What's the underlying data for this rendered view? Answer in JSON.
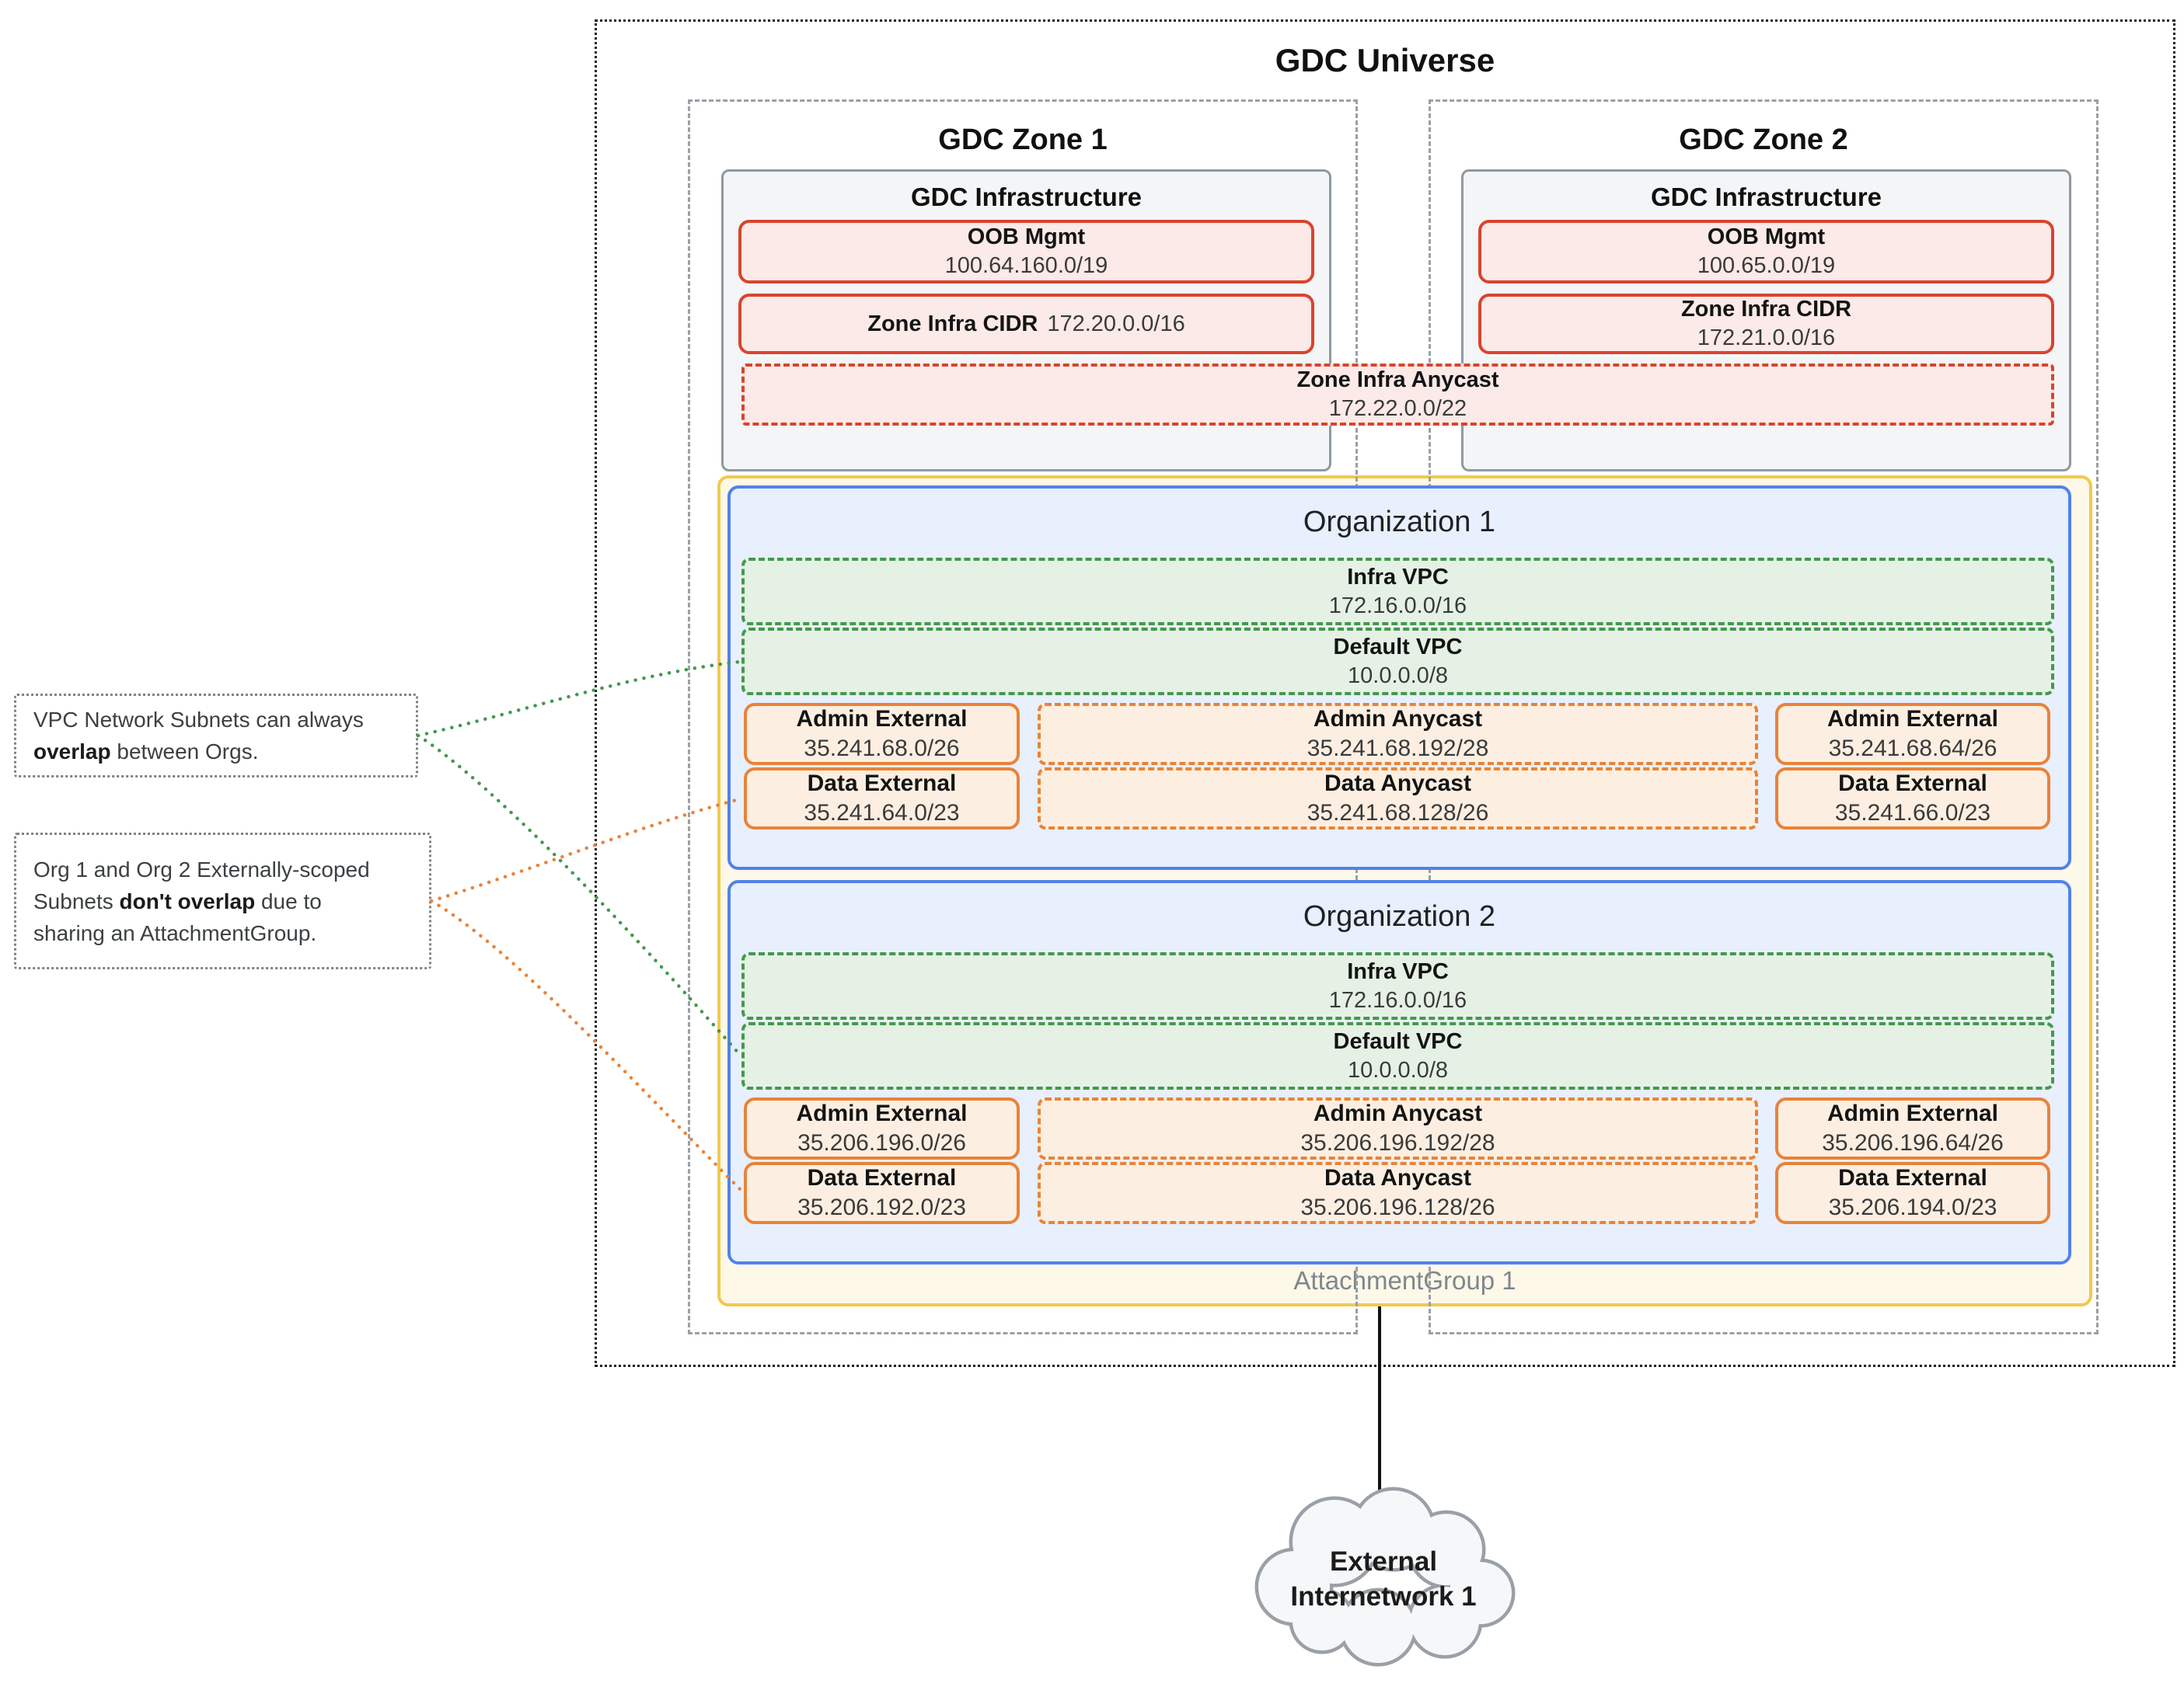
{
  "universe": {
    "title": "GDC Universe"
  },
  "zones": [
    {
      "title": "GDC Zone 1",
      "infra_title": "GDC Infrastructure",
      "oob": {
        "label": "OOB Mgmt",
        "cidr": "100.64.160.0/19"
      },
      "zone_cidr": {
        "label": "Zone Infra CIDR",
        "cidr": "172.20.0.0/16"
      }
    },
    {
      "title": "GDC Zone 2",
      "infra_title": "GDC Infrastructure",
      "oob": {
        "label": "OOB Mgmt",
        "cidr": "100.65.0.0/19"
      },
      "zone_cidr": {
        "label": "Zone Infra CIDR",
        "cidr": "172.21.0.0/16"
      }
    }
  ],
  "anycast": {
    "label": "Zone Infra Anycast",
    "cidr": "172.22.0.0/22"
  },
  "attachment_group": {
    "label": "AttachmentGroup 1"
  },
  "organizations": [
    {
      "title": "Organization 1",
      "infra_vpc": {
        "label": "Infra VPC",
        "cidr": "172.16.0.0/16"
      },
      "default_vpc": {
        "label": "Default VPC",
        "cidr": "10.0.0.0/8"
      },
      "subnets": [
        {
          "label": "Admin External",
          "cidr": "35.241.68.0/26"
        },
        {
          "label": "Admin Anycast",
          "cidr": "35.241.68.192/28"
        },
        {
          "label": "Admin External",
          "cidr": "35.241.68.64/26"
        },
        {
          "label": "Data External",
          "cidr": "35.241.64.0/23"
        },
        {
          "label": "Data Anycast",
          "cidr": "35.241.68.128/26"
        },
        {
          "label": "Data External",
          "cidr": "35.241.66.0/23"
        }
      ]
    },
    {
      "title": "Organization 2",
      "infra_vpc": {
        "label": "Infra VPC",
        "cidr": "172.16.0.0/16"
      },
      "default_vpc": {
        "label": "Default VPC",
        "cidr": "10.0.0.0/8"
      },
      "subnets": [
        {
          "label": "Admin External",
          "cidr": "35.206.196.0/26"
        },
        {
          "label": "Admin Anycast",
          "cidr": "35.206.196.192/28"
        },
        {
          "label": "Admin External",
          "cidr": "35.206.196.64/26"
        },
        {
          "label": "Data External",
          "cidr": "35.206.192.0/23"
        },
        {
          "label": "Data Anycast",
          "cidr": "35.206.196.128/26"
        },
        {
          "label": "Data External",
          "cidr": "35.206.194.0/23"
        }
      ]
    }
  ],
  "annotations": [
    {
      "line1": "VPC Network Subnets can always",
      "line2_bold": "overlap",
      "line2_rest": " between Orgs."
    },
    {
      "line1": "Org 1 and Org 2 Externally-scoped",
      "line2_pre": "Subnets ",
      "line2_bold": "don't overlap",
      "line2_post": " due to",
      "line3": "sharing an AttachmentGroup."
    }
  ],
  "external_network": {
    "line1": "External",
    "line2": "Internetwork 1"
  },
  "colors": {
    "red_border": "#d9442e",
    "red_fill": "#fbeae7",
    "green_border": "#44984d",
    "green_fill": "#e5f1e5",
    "orange_border": "#e8833a",
    "orange_fill": "#fcefe2",
    "blue_border": "#5082ea",
    "blue_fill": "#e8effd",
    "yellow_border": "#f2c94c",
    "yellow_fill": "#fdf8e8",
    "gray_border": "#9099a1",
    "gray_fill": "#f3f5f7",
    "zone_dash": "#9aa0a6",
    "universe_dot": "#1f1f1f"
  }
}
